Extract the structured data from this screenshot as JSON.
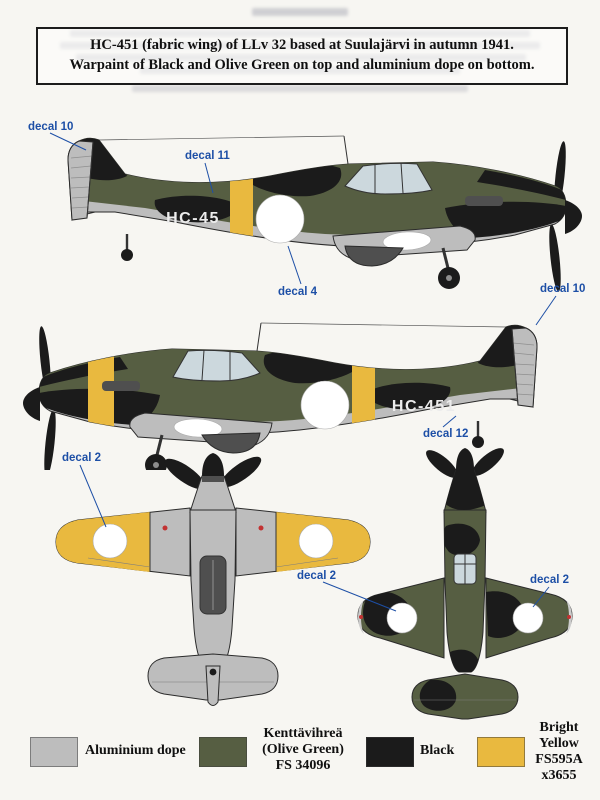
{
  "colors": {
    "paper": "#f7f6f2",
    "aluminium": "#bdbdbd",
    "olive": "#565e42",
    "black": "#1b1b1b",
    "yellow": "#e9b93f",
    "blue": "#1d4fa6",
    "canopy": "#ccd8dd",
    "red": "#c23232",
    "outline": "#2b2b2b",
    "bleed": "#9fa0ad"
  },
  "title_box": {
    "line1": "HC-451 (fabric wing) of LLv 32 based at Suulajärvi in autumn 1941.",
    "line2": "Warpaint of Black and Olive Green on top and aluminium dope on bottom."
  },
  "aircraft": {
    "serial_side_right": "HC-45",
    "serial_side_left": "HC-451"
  },
  "decal_labels": {
    "p1_fin": "decal 10",
    "p1_spine": "decal 11",
    "p1_roundel": "decal 4",
    "p2_fin": "decal 10",
    "p2_belly": "decal 12",
    "plan_bottom_wing": "decal 2",
    "plan_mid": "decal 2",
    "plan_top_wing": "decal 2"
  },
  "legend": [
    {
      "name": "aluminium",
      "color": "#bdbdbd",
      "lines": [
        "Aluminium dope"
      ]
    },
    {
      "name": "olive",
      "color": "#565e42",
      "lines": [
        "Kenttävihreä",
        "(Olive Green)",
        "FS 34096"
      ]
    },
    {
      "name": "black",
      "color": "#1b1b1b",
      "lines": [
        "Black"
      ]
    },
    {
      "name": "yellow",
      "color": "#e9b93f",
      "lines": [
        "Bright",
        "Yellow",
        "FS595A",
        "x3655"
      ]
    }
  ]
}
